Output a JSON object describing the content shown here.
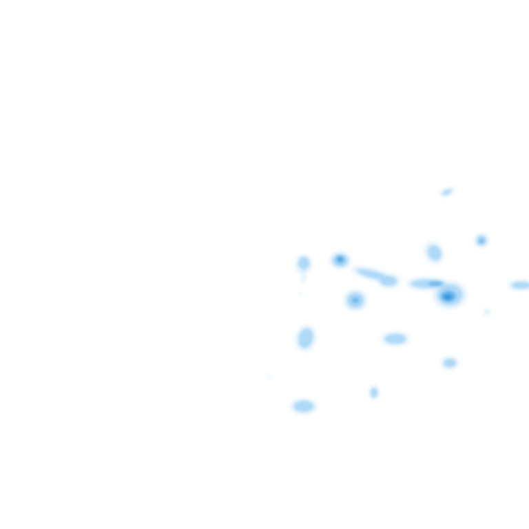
{
  "map": {
    "type": "density-heatmap",
    "background_color": "#ffffff",
    "color_scale": {
      "low": "#d6ecfb",
      "mid": "#a9d6f6",
      "high": "#5aaee8",
      "peak": "#2f8fd8"
    },
    "legend": "none",
    "labels": "none",
    "density_levels": [
      "low",
      "mid",
      "high",
      "peak"
    ]
  }
}
